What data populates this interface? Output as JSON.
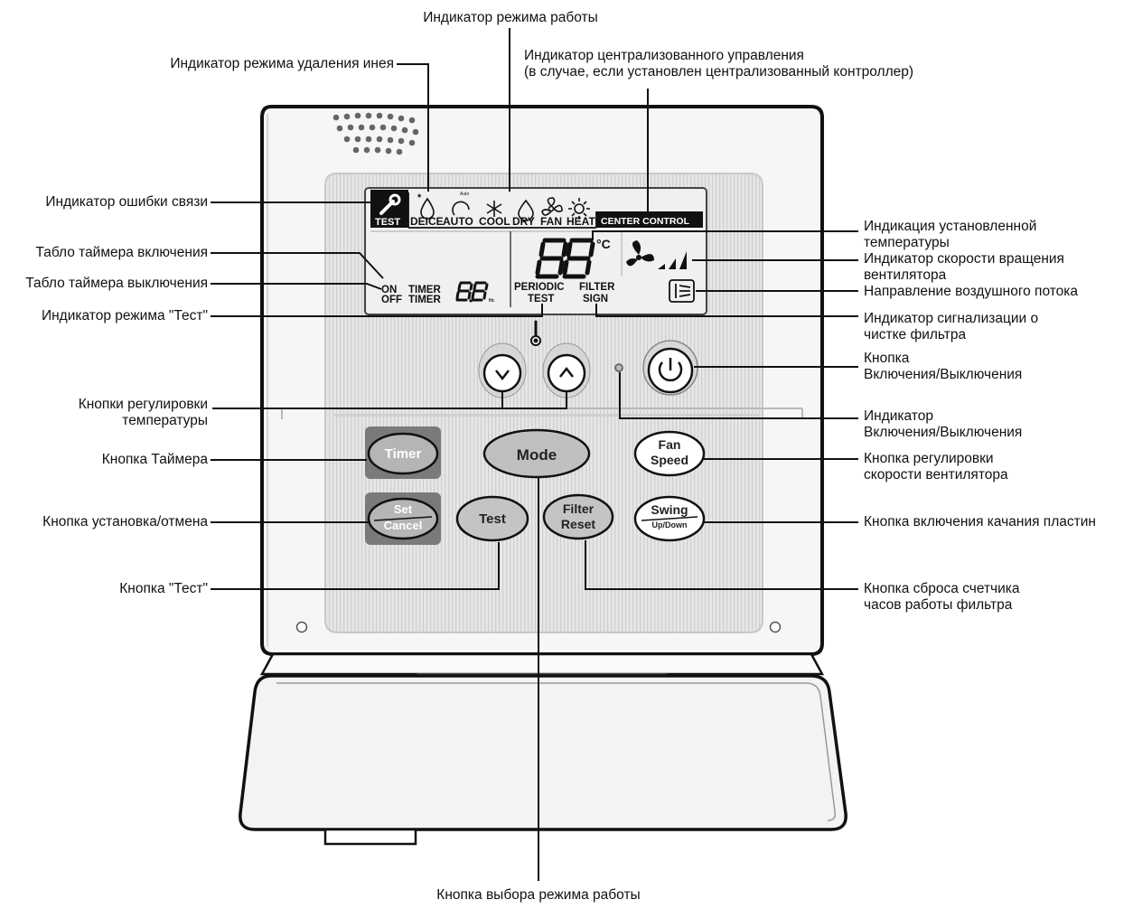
{
  "labels": {
    "mode_indicator": "Индикатор режима работы",
    "central_control_1": "Индикатор централизованного управления",
    "central_control_2": "(в случае, если установлен централизованный контроллер)",
    "deice_indicator": "Индикатор режима удаления инея",
    "comm_error": "Индикатор ошибки связи",
    "on_timer_display": "Табло таймера включения",
    "off_timer_display": "Табло таймера выключения",
    "test_mode_indicator": "Индикатор режима \"Тест\"",
    "temp_buttons_1": "Кнопки регулировки",
    "temp_buttons_2": "температуры",
    "timer_button": "Кнопка Таймера",
    "set_cancel_button": "Кнопка установка/отмена",
    "test_button": "Кнопка \"Тест\"",
    "set_temp_1": "Индикация установленной",
    "set_temp_2": "температуры",
    "fan_speed_ind_1": "Индикатор скорости вращения",
    "fan_speed_ind_2": "вентилятора",
    "airflow": "Направление воздушного потока",
    "filter_sign_1": "Индикатор сигнализации о",
    "filter_sign_2": "чистке фильтра",
    "power_button_1": "Кнопка",
    "power_button_2": "Включения/Выключения",
    "power_ind_1": "Индикатор",
    "power_ind_2": "Включения/Выключения",
    "fan_speed_btn_1": "Кнопка регулировки",
    "fan_speed_btn_2": "скорости вентилятора",
    "swing_btn": "Кнопка включения качания пластин",
    "filter_reset_1": "Кнопка сброса счетчика",
    "filter_reset_2": "часов работы фильтра",
    "mode_button": "Кнопка выбора режима работы"
  },
  "lcd": {
    "test": "TEST",
    "modes": [
      "DEICE",
      "AUTO",
      "COOL",
      "DRY",
      "FAN",
      "HEAT"
    ],
    "auto_small": "Auto",
    "center_control": "CENTER CONTROL",
    "temp_digits": "88",
    "temp_unit": "°C",
    "on": "ON",
    "off": "OFF",
    "timer": "TIMER",
    "timer_digits": "8.8",
    "hr": "Hr.",
    "periodic": "PERIODIC",
    "test2": "TEST",
    "filter": "FILTER",
    "sign": "SIGN"
  },
  "buttons": {
    "timer": "Timer",
    "mode": "Mode",
    "fan": "Fan",
    "speed": "Speed",
    "set": "Set",
    "cancel": "Cancel",
    "test": "Test",
    "filter": "Filter",
    "reset": "Reset",
    "swing": "Swing",
    "updown": "Up/Down"
  },
  "icons": [
    "wrench-icon",
    "deice-drop-icon",
    "auto-icon",
    "cool-snowflake-icon",
    "dry-drop-icon",
    "fan-icon",
    "heat-sun-icon",
    "thermometer-icon",
    "power-icon",
    "chevron-down-icon",
    "chevron-up-icon",
    "airflow-icon"
  ]
}
